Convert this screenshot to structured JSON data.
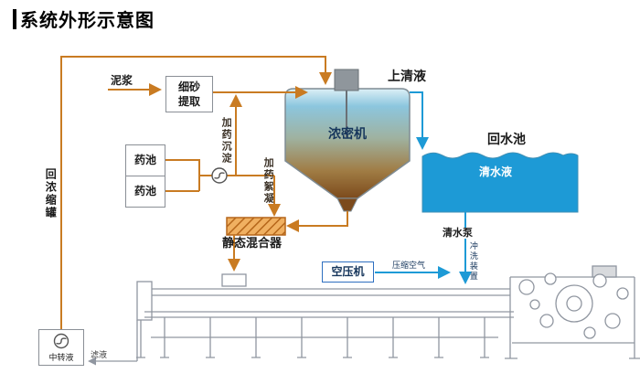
{
  "title": "系统外形示意图",
  "nodes": {
    "mud": "泥浆",
    "sand_extraction": "细砂提取",
    "supernatant": "上清液",
    "thickener": "浓密机",
    "return_pool": "回水池",
    "clear_water": "清水液",
    "chem_pool_1": "药池",
    "chem_pool_2": "药池",
    "dose_sedimentation": "加药沉淀",
    "dose_flocculation": "加药絮凝",
    "static_mixer": "静态混合器",
    "return_concentrate": "回浓缩罐",
    "clear_water_pump": "清水泵",
    "flush_device": "冲洗装置",
    "air_compressor": "空压机",
    "compressed_air": "压缩空气",
    "transfer_liquid": "中转液",
    "filtrate": "滤液"
  },
  "colors": {
    "pipe_orange": "#c97b22",
    "water_blue": "#1d9ad6",
    "pool_blue": "#1d9ad6",
    "machine_gray": "#9096a0",
    "navy_text": "#16365c"
  }
}
